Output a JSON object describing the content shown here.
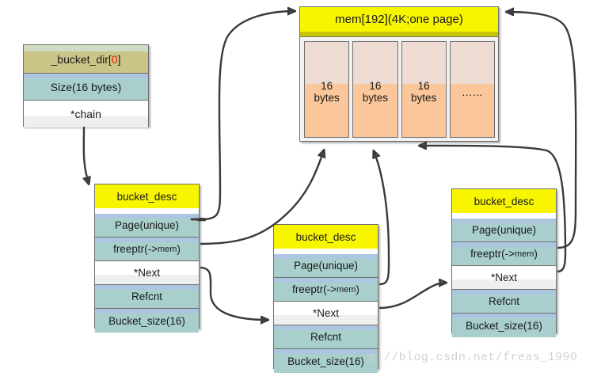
{
  "diagram": {
    "title": "bucket_dir / bucket_desc / mem page allocator diagram",
    "watermark": "p://blog.csdn.net/freas_1990"
  },
  "bucket_dir": {
    "name_prefix": "_bucket_dir[",
    "index": "0",
    "name_suffix": "]",
    "rows": [
      {
        "label": "Size(16 bytes)"
      },
      {
        "label": "*chain"
      }
    ]
  },
  "mem_page": {
    "header": "mem[192](4K;one page)",
    "cells": [
      {
        "line1": "16",
        "line2": "bytes"
      },
      {
        "line1": "16",
        "line2": "bytes"
      },
      {
        "line1": "16",
        "line2": "bytes"
      },
      {
        "line1": "……",
        "line2": ""
      }
    ]
  },
  "bucket_descs": [
    {
      "title": "bucket_desc",
      "rows": [
        {
          "label": "Page(unique)"
        },
        {
          "label": "freeptr(->",
          "sub": "mem",
          "tail": ")"
        },
        {
          "label": "*Next"
        },
        {
          "label": "Refcnt"
        },
        {
          "label": "Bucket_size(16)"
        }
      ]
    },
    {
      "title": "bucket_desc",
      "rows": [
        {
          "label": "Page(unique)"
        },
        {
          "label": "freeptr(->",
          "sub": "mem",
          "tail": ")"
        },
        {
          "label": "*Next"
        },
        {
          "label": "Refcnt"
        },
        {
          "label": "Bucket_size(16)"
        }
      ]
    },
    {
      "title": "bucket_desc",
      "rows": [
        {
          "label": "Page(unique)"
        },
        {
          "label": "freeptr(->",
          "sub": "mem",
          "tail": ")"
        },
        {
          "label": "*Next"
        },
        {
          "label": "Refcnt"
        },
        {
          "label": "Bucket_size(16)"
        }
      ]
    }
  ],
  "colors": {
    "yellow_header": "#f7f500",
    "yellow_shadow": "#c9c400",
    "teal_row": "#a8cfcb",
    "blue_cap": "#adc6e0",
    "olive_row": "#cbc487",
    "mem_cell": "#fac69a",
    "arrow": "#3a3a3a",
    "index_red": "#e01b00"
  }
}
